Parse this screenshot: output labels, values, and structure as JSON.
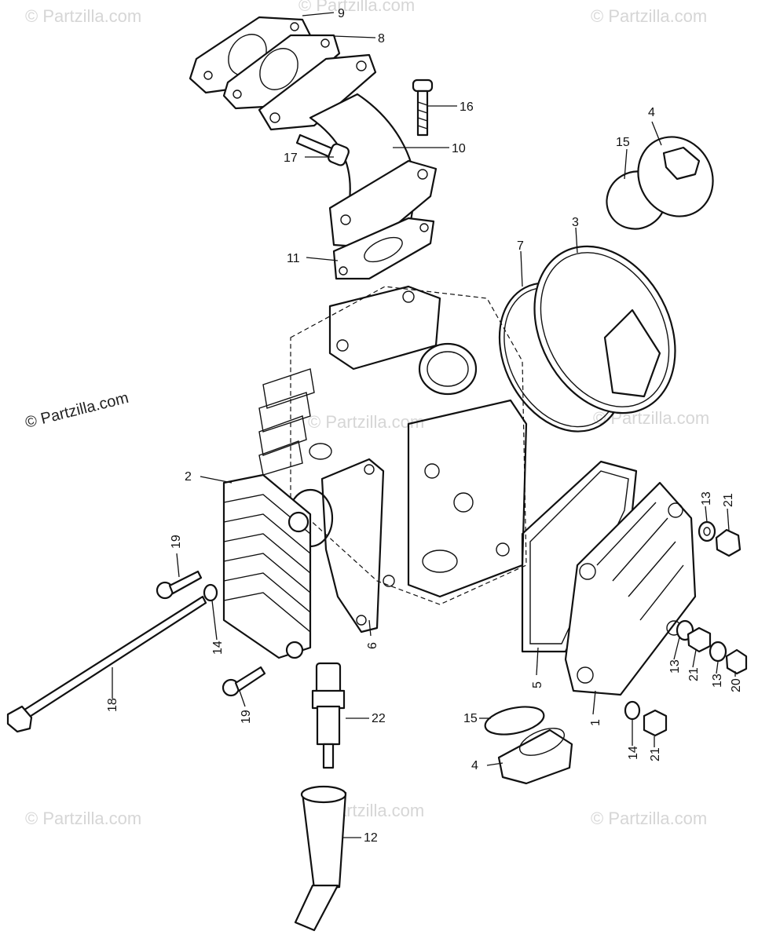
{
  "watermarks": {
    "main": "© Partzilla.com",
    "faded": "© Partzilla.com"
  },
  "callouts": [
    {
      "id": "c1",
      "text": "1"
    },
    {
      "id": "c2",
      "text": "2"
    },
    {
      "id": "c3",
      "text": "3"
    },
    {
      "id": "c4a",
      "text": "4"
    },
    {
      "id": "c4b",
      "text": "4"
    },
    {
      "id": "c5",
      "text": "5"
    },
    {
      "id": "c6",
      "text": "6"
    },
    {
      "id": "c7",
      "text": "7"
    },
    {
      "id": "c8",
      "text": "8"
    },
    {
      "id": "c9",
      "text": "9"
    },
    {
      "id": "c10",
      "text": "10"
    },
    {
      "id": "c11",
      "text": "11"
    },
    {
      "id": "c12",
      "text": "12"
    },
    {
      "id": "c13a",
      "text": "13"
    },
    {
      "id": "c13b",
      "text": "13"
    },
    {
      "id": "c13c",
      "text": "13"
    },
    {
      "id": "c14a",
      "text": "14"
    },
    {
      "id": "c14b",
      "text": "14"
    },
    {
      "id": "c15a",
      "text": "15"
    },
    {
      "id": "c15b",
      "text": "15"
    },
    {
      "id": "c16",
      "text": "16"
    },
    {
      "id": "c17",
      "text": "17"
    },
    {
      "id": "c18",
      "text": "18"
    },
    {
      "id": "c19a",
      "text": "19"
    },
    {
      "id": "c19b",
      "text": "19"
    },
    {
      "id": "c20",
      "text": "20"
    },
    {
      "id": "c21a",
      "text": "21"
    },
    {
      "id": "c21b",
      "text": "21"
    },
    {
      "id": "c21c",
      "text": "21"
    },
    {
      "id": "c22",
      "text": "22"
    }
  ]
}
